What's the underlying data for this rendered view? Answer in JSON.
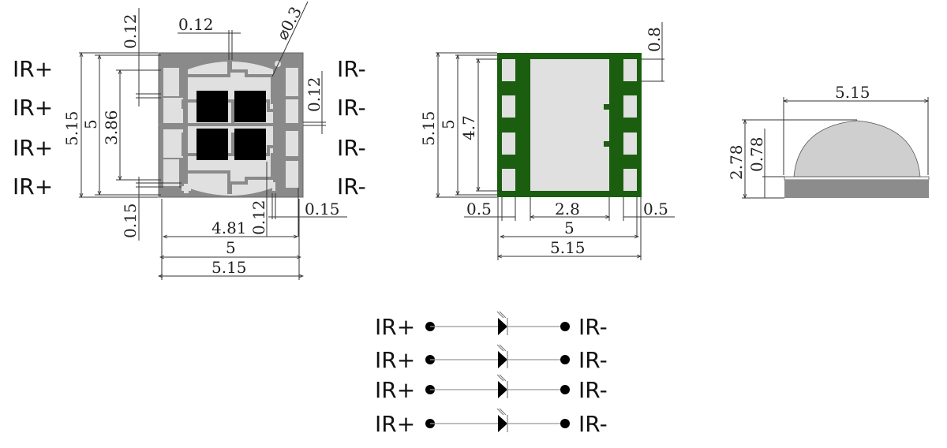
{
  "colors": {
    "substrate_gray": "#8a8a8a",
    "pad_light": "#e0e0e0",
    "die_black": "#000000",
    "bottom_green": "#1b5e10",
    "lens_gray": "#cfcfcf",
    "base_dark": "#8c8c8c"
  },
  "top_view": {
    "left_labels": [
      "IR+",
      "IR+",
      "IR+",
      "IR+"
    ],
    "right_labels": [
      "IR-",
      "IR-",
      "IR-",
      "IR-"
    ],
    "dims": {
      "gap_top_vertical": "0.12",
      "gap_top_horizontal": "0.12",
      "hole_diameter": "⌀0.3",
      "gap_right": "0.12",
      "height_outer": "5.15",
      "height_mid": "5",
      "height_inner": "3.86",
      "margin_bottom_left": "0.15",
      "gap_bottom": "0.12",
      "margin_bottom_right": "0.15",
      "width_inner": "4.81",
      "width_mid": "5",
      "width_outer": "5.15"
    }
  },
  "bottom_view": {
    "dims": {
      "pad_height": "0.8",
      "height_outer": "5.15",
      "height_mid": "5",
      "height_inner": "4.7",
      "pad_width_left": "0.5",
      "center_width": "2.8",
      "pad_width_right": "0.5",
      "width_mid": "5",
      "width_outer": "5.15"
    }
  },
  "side_view": {
    "dims": {
      "width": "5.15",
      "total_height": "2.78",
      "base_height": "0.78"
    }
  },
  "schematic": {
    "rows": [
      {
        "anode": "IR+",
        "cathode": "IR-"
      },
      {
        "anode": "IR+",
        "cathode": "IR-"
      },
      {
        "anode": "IR+",
        "cathode": "IR-"
      },
      {
        "anode": "IR+",
        "cathode": "IR-"
      }
    ]
  }
}
